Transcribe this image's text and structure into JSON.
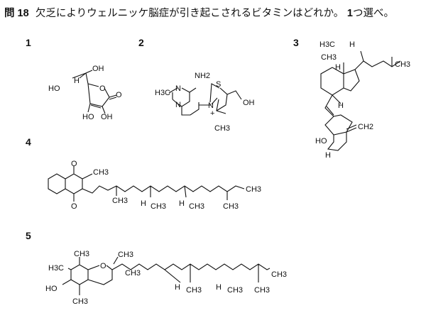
{
  "question": {
    "number": "問 18",
    "text": "欠乏によりウェルニッケ脳症が引き起こされるビタミンはどれか。",
    "count": "1",
    "instruction": "つ選べ。"
  },
  "options": [
    {
      "number": "1",
      "labels": [
        "OH",
        "H",
        "HO",
        "O",
        "O",
        "HO",
        "OH"
      ]
    },
    {
      "number": "2",
      "labels": [
        "H3C",
        "N",
        "N",
        "NH2",
        "N",
        "+",
        "S",
        "OH",
        "CH3"
      ]
    },
    {
      "number": "3",
      "labels": [
        "H3C",
        "H",
        "CH3",
        "H",
        "CH3",
        "H",
        "CH2",
        "HO",
        "H"
      ]
    },
    {
      "number": "4",
      "labels": [
        "O",
        "CH3",
        "O",
        "CH3",
        "H",
        "CH3",
        "H",
        "CH3",
        "CH3",
        "CH3"
      ]
    },
    {
      "number": "5",
      "labels": [
        "CH3",
        "CH3",
        "H3C",
        "O",
        "HO",
        "CH3",
        "CH3",
        "H",
        "CH3",
        "H",
        "CH3",
        "CH3",
        "CH3"
      ]
    }
  ]
}
